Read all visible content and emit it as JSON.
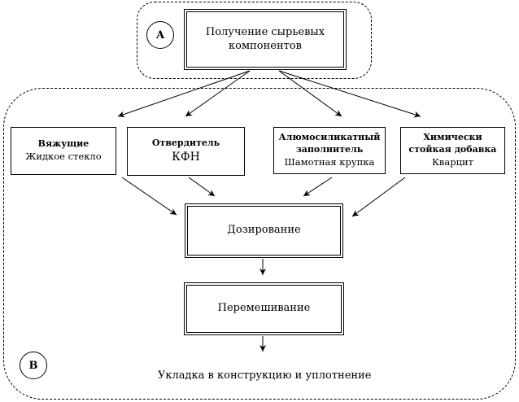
{
  "diagram": {
    "group_a": {
      "label": "A"
    },
    "group_b": {
      "label": "B"
    },
    "source": {
      "line1": "Получение сырьевых",
      "line2": "компонентов"
    },
    "components": [
      {
        "title": "Вяжущие",
        "subtitle": "Жидкое стекло"
      },
      {
        "title": "Отвердитель",
        "subtitle": "КФН"
      },
      {
        "title_line1": "Алюмосиликатный",
        "title_line2": "заполнитель",
        "subtitle": "Шамотная крупка"
      },
      {
        "title_line1": "Химически",
        "title_line2": "стойкая добавка",
        "subtitle": "Кварцит"
      }
    ],
    "steps": [
      {
        "label": "Дозирование"
      },
      {
        "label": "Перемешивание"
      }
    ],
    "final_step": "Укладка в конструкцию и уплотнение"
  }
}
